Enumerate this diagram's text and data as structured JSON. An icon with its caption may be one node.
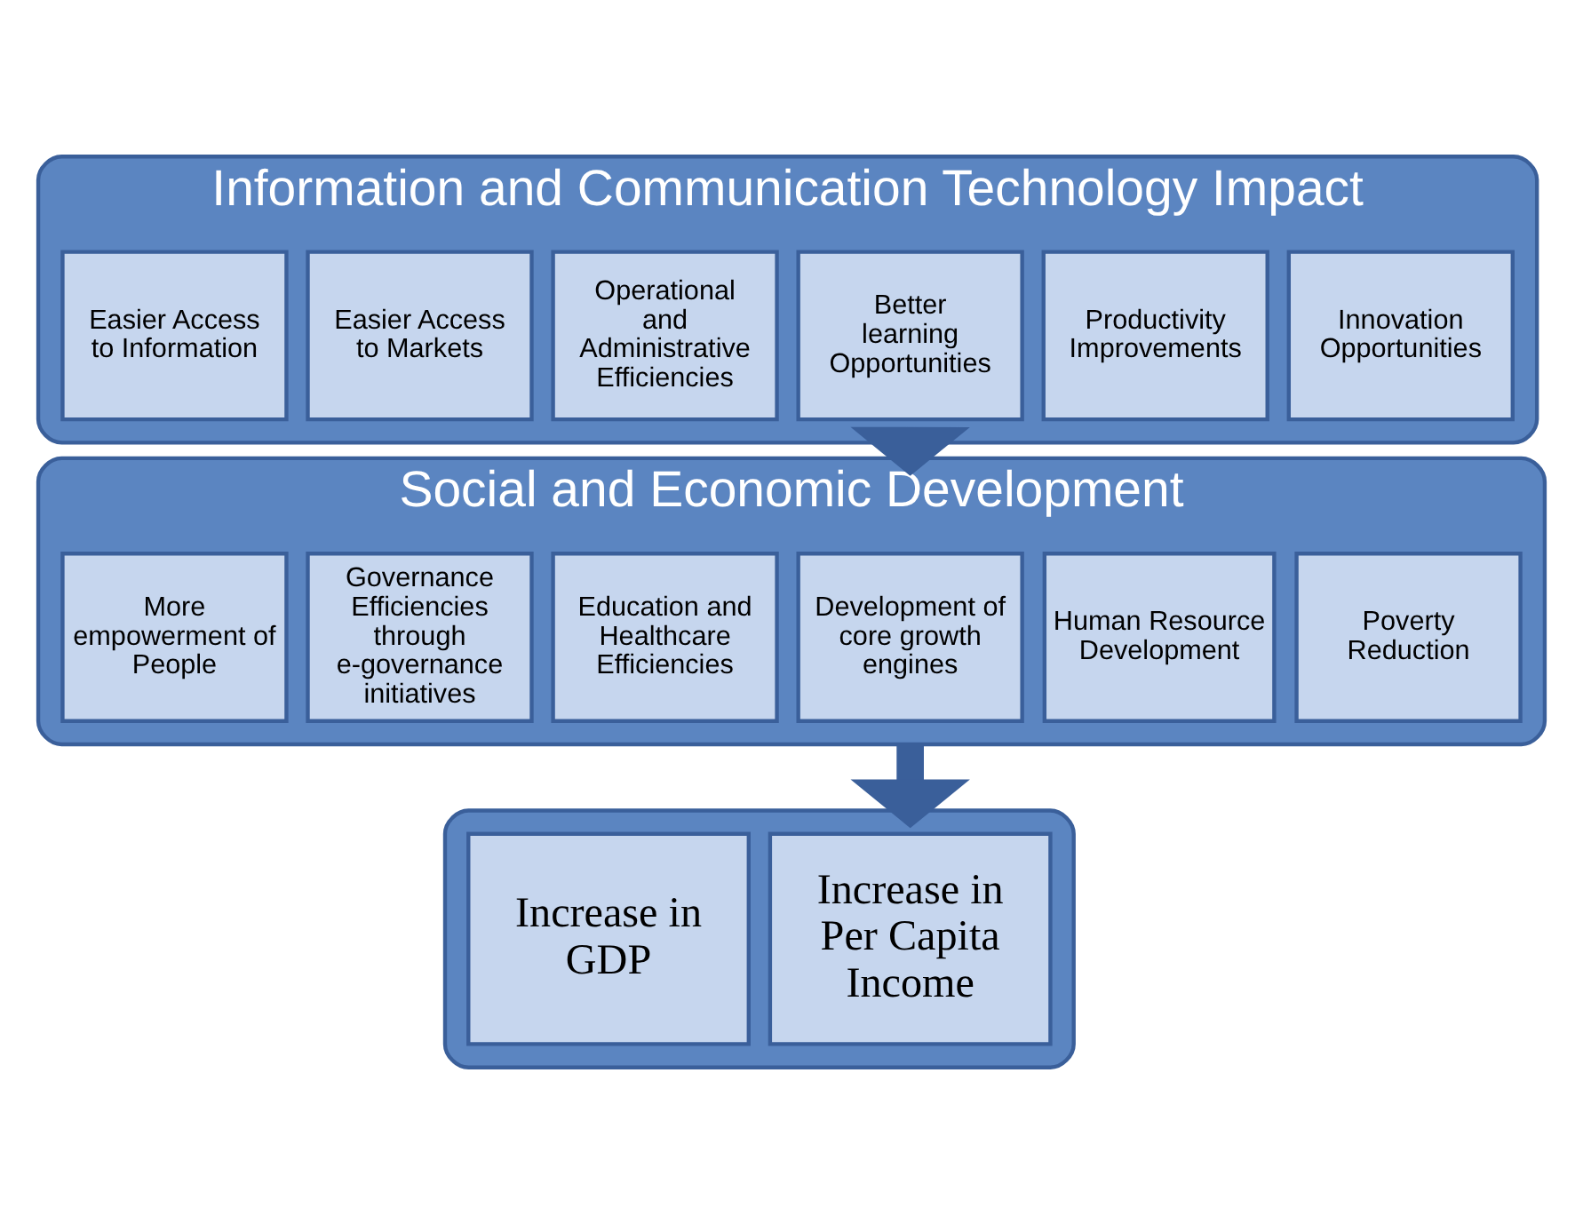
{
  "diagram": {
    "nodes": [
      {
        "text": [
          "Information and Communication Technology Impact"
        ]
      },
      {
        "text": [
          "Easier Access to Information"
        ],
        "in": 0
      },
      {
        "text": [
          "Easier Access to Markets"
        ],
        "in": 0
      },
      {
        "text": [
          "Operational and Administrative Efficiencies"
        ],
        "in": 0
      },
      {
        "text": [
          "Better learning Opportunities"
        ],
        "in": 0
      },
      {
        "text": [
          "Productivity Improvements"
        ],
        "in": 0
      },
      {
        "text": [
          "Innovation Opportunities"
        ],
        "in": 0
      },
      {
        "text": [
          "Social and Economic Development"
        ]
      },
      {
        "text": [
          "More empowerment of People"
        ],
        "in": 7
      },
      {
        "text": [
          "Governance Efficiencies through e-governance initiatives"
        ],
        "in": 7
      },
      {
        "text": [
          "Education and Healthcare Efficiencies"
        ],
        "in": 7
      },
      {
        "text": [
          "Development of core growth engines"
        ],
        "in": 7
      },
      {
        "text": [
          "Human Resource Development"
        ],
        "in": 7
      },
      {
        "text": [
          "Poverty Reduction"
        ],
        "in": 7
      },
      {
        "text": [],
        "shape": "box"
      },
      {
        "text": [
          "Increase in GDP"
        ],
        "in": 14
      },
      {
        "text": [
          "Increase in Per Capita Income"
        ],
        "in": 14
      }
    ],
    "edges": [
      {
        "from": 0,
        "to": 7,
        "arrow": "to"
      },
      {
        "from": 7,
        "to": 14,
        "arrow": "to"
      }
    ]
  }
}
